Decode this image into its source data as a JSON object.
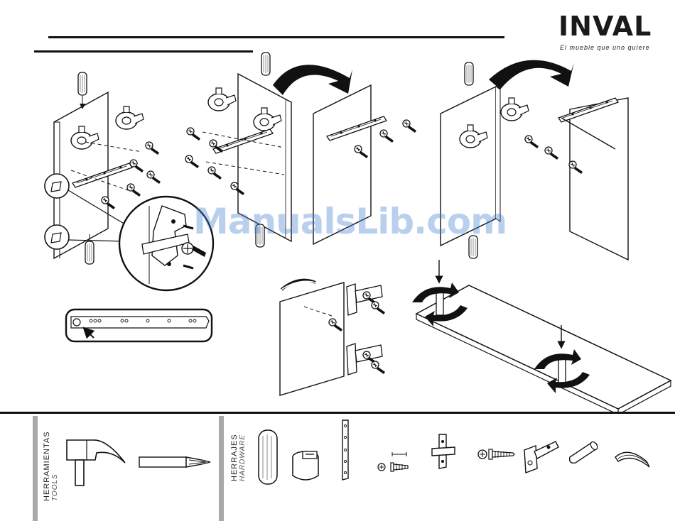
{
  "brand": {
    "name": "INVAL",
    "tagline": "El mueble que uno quiere",
    "accent_color": "#1a1a1a"
  },
  "watermark": {
    "text": "ManualsLib.com",
    "color": "#4682d2"
  },
  "footer": {
    "tools": {
      "label": "HERRAMIENTAS",
      "label_en": "TOOLS",
      "items": [
        "hammer-icon",
        "screwdriver-icon"
      ]
    },
    "hardware": {
      "label": "HERRAJES",
      "label_en": "HARDWARE",
      "items": [
        "wood-dowel-icon",
        "cam-lock-icon",
        "drawer-rail-icon",
        "short-screw-icon",
        "bracket-icon",
        "long-screw-icon",
        "hinge-icon",
        "plastic-dowel-icon",
        "handle-icon"
      ]
    }
  }
}
